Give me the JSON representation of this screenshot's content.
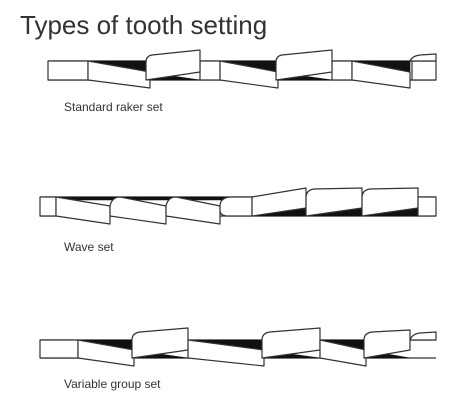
{
  "title": "Types of tooth setting",
  "panels": [
    {
      "caption": "Standard raker set"
    },
    {
      "caption": "Wave set"
    },
    {
      "caption": "Variable group set"
    }
  ]
}
